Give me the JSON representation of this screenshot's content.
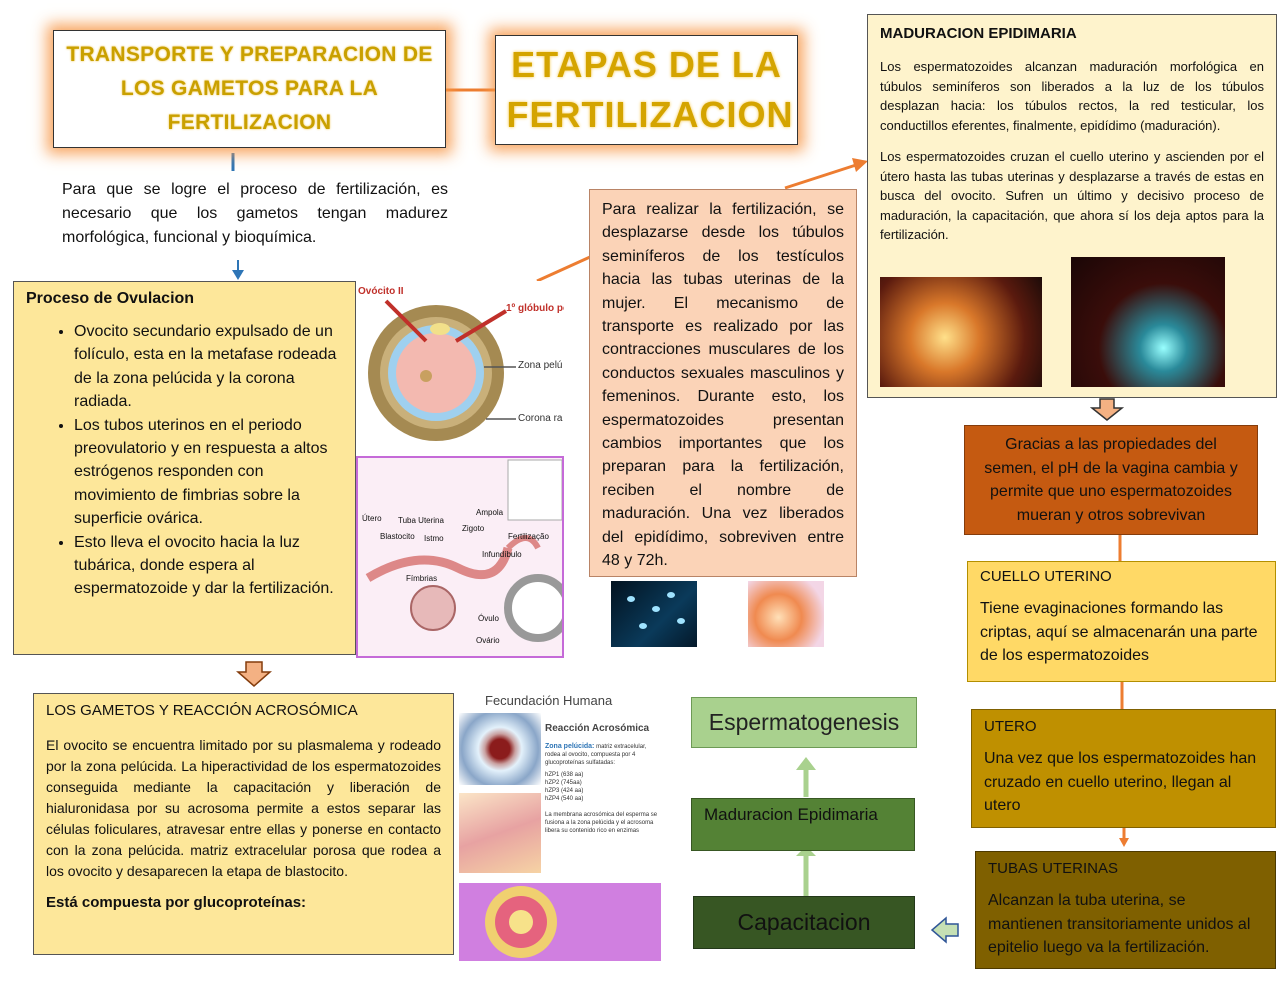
{
  "titles": {
    "transport": "TRANSPORTE Y PREPARACION DE LOS GAMETOS PARA LA FERTILIZACION",
    "main": "ETAPAS DE LA FERTILIZACION"
  },
  "intro_text": "Para que se logre el proceso de fertilización, es necesario que los gametos tengan madurez morfológica, funcional y bioquímica.",
  "ovulation": {
    "title": "Proceso de Ovulacion",
    "items": [
      "Ovocito secundario expulsado de un folículo, esta en la metafase rodeada de la zona pelúcida y la corona radiada.",
      "Los tubos uterinos en el periodo preovulatorio y en respuesta a altos estrógenos responden con movimiento de fimbrias sobre la superficie ovárica.",
      "Esto lleva el ovocito hacia la luz tubárica, donde espera al espermatozoide y dar la fertilización."
    ]
  },
  "ovocito_figure": {
    "label_title": "Ovócito II",
    "label_globulo": "1º glóbulo po",
    "label_zona": "Zona pelú",
    "label_corona": "Corona ra"
  },
  "tube_figure": {
    "labels": [
      "Útero",
      "Tuba Uterina",
      "Blastocito",
      "Istmo",
      "Ampola",
      "Zigoto",
      "Fertilização",
      "Infundíbulo",
      "Fímbrias",
      "Óvulo",
      "Ovário"
    ]
  },
  "transport_text": "Para realizar la fertilización, se desplazarse desde los túbulos seminíferos de los testículos hacia las tubas uterinas de la mujer. El mecanismo de transporte es realizado por las contracciones musculares de los conductos sexuales masculinos y femeninos. Durante esto, los espermatozoides presentan cambios importantes que los preparan para la fertilización, reciben el nombre de maduración. Una vez liberados del epidídimo, sobreviven entre 48 y 72h.",
  "maduracion": {
    "title": "MADURACION EPIDIMARIA",
    "p1": "Los espermatozoides alcanzan maduración morfológica en túbulos seminíferos son liberados a la luz de los túbulos desplazan hacia: los túbulos rectos, la red testicular, los conductillos eferentes, finalmente, epidídimo (maduración).",
    "p2": "Los espermatozoides cruzan el cuello uterino y ascienden por el útero hasta las tubas uterinas y desplazarse a través de estas en busca del ovocito. Sufren un último y decisivo proceso de maduración, la capacitación, que ahora sí los deja aptos para la fertilización."
  },
  "gametos": {
    "title": "LOS GAMETOS Y REACCIÓN ACROSÓMICA",
    "text": "El ovocito se encuentra limitado por su plasmalema y rodeado por la zona pelúcida. La hiperactividad de los espermatozoides conseguida mediante la capacitación y liberación de hialuronidasa por su acrosoma permite a estos separar las células foliculares, atravesar entre ellas y ponerse en contacto con la zona pelúcida. matriz extracelular porosa que rodea a los ovocito y desaparecen la etapa de blastocito.",
    "bold": "Está compuesta por glucoproteínas:"
  },
  "fecundacion_figure": {
    "header": "Fecundación Humana",
    "subtitle": "Reacción Acrosómica",
    "zona_label": "Zona pelúcida:",
    "zona_desc": " matriz extracelular, rodea al ovocito, compuesta por 4 glucoproteínas sulfatadas:",
    "zp": [
      "hZP1 (638 aa)",
      "hZP2 (745aa)",
      "hZP3 (424 aa)",
      "hZP4 (540 aa)"
    ],
    "membrana": "La membrana acrosómica del esperma se fusiona a la zona pelúcida y el acrosoma libera su contenido rico en enzimas"
  },
  "flow": {
    "espermatogenesis": "Espermatogenesis",
    "maduracion_epidimaria": "Maduracion Epidimaria",
    "capacitacion": "Capacitacion"
  },
  "semen_text": "Gracias a las propiedades del semen, el pH de la vagina cambia y permite que uno espermatozoides mueran y otros sobrevivan",
  "cuello": {
    "title": "CUELLO UTERINO",
    "text": "Tiene evaginaciones formando las criptas, aquí se almacenarán una parte de los espermatozoides"
  },
  "utero": {
    "title": "UTERO",
    "text": "Una vez que los espermatozoides han cruzado en cuello uterino, llegan al utero"
  },
  "tubas": {
    "title": "TUBAS UTERINAS",
    "text": "Alcanzan la tuba uterina, se mantienen transitoriamente unidos al epitelio luego va la fertilización."
  }
}
